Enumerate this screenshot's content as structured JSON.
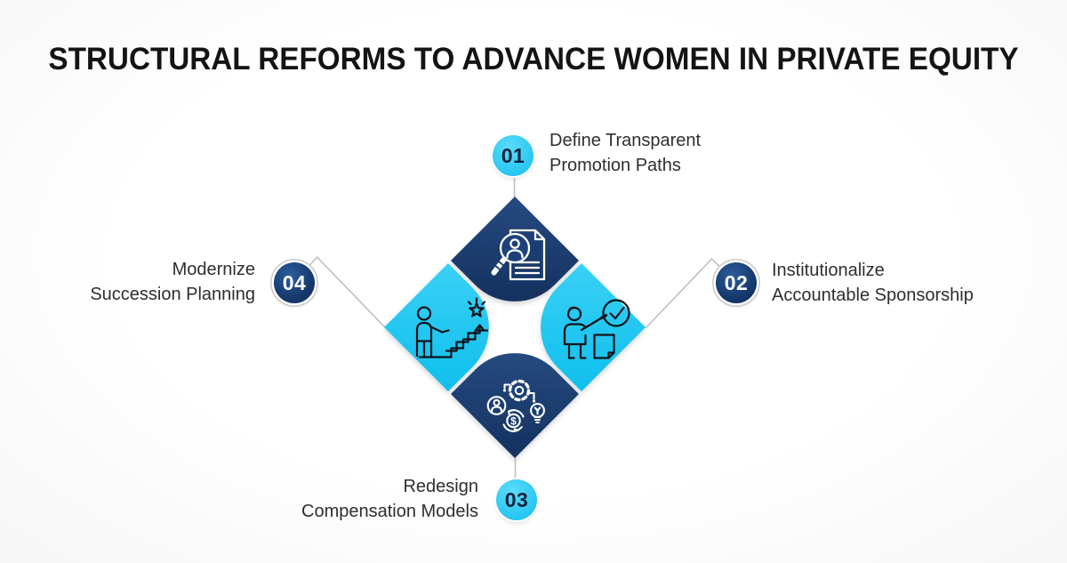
{
  "title": "STRUCTURAL REFORMS TO ADVANCE WOMEN IN PRIVATE EQUITY",
  "colors": {
    "navy": "#1d4077",
    "navy_dark": "#15315f",
    "cyan": "#2bc8f1",
    "cyan_light": "#3ad0f6",
    "connector_gray": "#bfbfbf",
    "title_text": "#141414",
    "label_text": "#2e2e2e"
  },
  "steps": [
    {
      "number": "01",
      "label": "Define Transparent\nPromotion Paths",
      "badge_color": "cyan",
      "petal": "top-navy",
      "icon": "resume-magnifier-icon"
    },
    {
      "number": "02",
      "label": "Institutionalize\nAccountable Sponsorship",
      "badge_color": "navy",
      "petal": "right-cyan",
      "icon": "approval-check-icon"
    },
    {
      "number": "03",
      "label": "Redesign\nCompensation Models",
      "badge_color": "cyan",
      "petal": "bottom-navy",
      "icon": "compensation-gears-icon"
    },
    {
      "number": "04",
      "label": "Modernize\nSuccession Planning",
      "badge_color": "navy",
      "petal": "left-cyan",
      "icon": "career-stairs-icon"
    }
  ],
  "glyphs": {
    "dollar": "$"
  }
}
